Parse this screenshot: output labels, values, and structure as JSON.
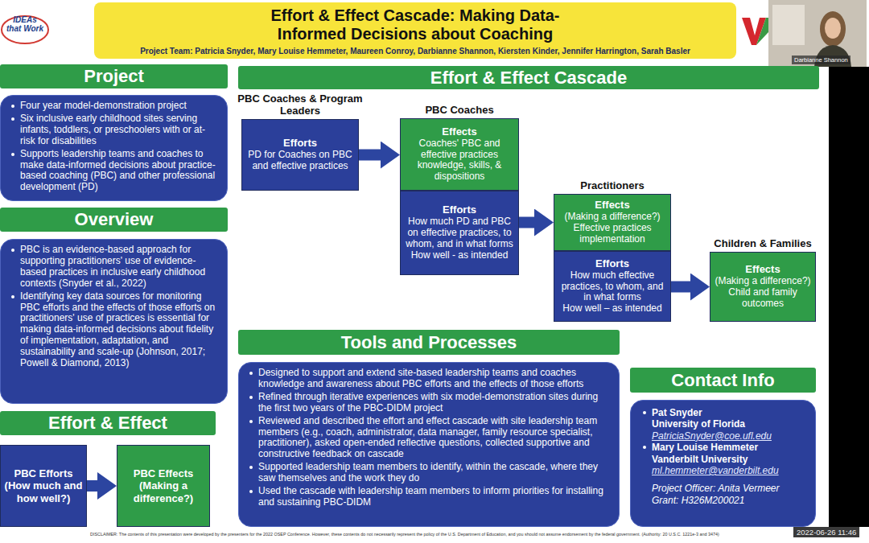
{
  "diagram": {
    "nodes": [
      {
        "text": [
          "Effort & Effect Cascade: Making Data-Informed Decisions about Coaching",
          "Project Team: Patricia Snyder, Mary Louise Hemmeter, Maureen Conroy, Darbianne Shannon, Kiersten Kinder, Jennifer Harrington, Sarah Basler"
        ]
      },
      {
        "text": [
          "Project"
        ]
      },
      {
        "text": [
          "Four year model-demonstration project",
          "Six inclusive early childhood sites serving infants, toddlers, or preschoolers with or at-risk for disabilities",
          "Supports leadership teams and coaches to make data-informed decisions about practice-based coaching (PBC) and other professional development (PD)"
        ]
      },
      {
        "text": [
          "Overview"
        ]
      },
      {
        "text": [
          "PBC is an evidence-based approach for supporting practitioners' use of evidence-based practices in inclusive early childhood contexts (Snyder et al., 2022)",
          "Identifying key data sources for monitoring PBC efforts and the effects of those efforts on practitioners' use of practices is essential for making data-informed decisions about fidelity of implementation, adaptation, and sustainability and scale-up (Johnson, 2017; Powell & Diamond, 2013)"
        ]
      },
      {
        "text": [
          "Effort & Effect"
        ]
      },
      {
        "text": [
          "PBC Efforts (How much and how well?)"
        ]
      },
      {
        "text": [
          "PBC Effects (Making a difference?)"
        ]
      },
      {
        "text": [
          "Effort & Effect Cascade"
        ]
      },
      {
        "text": [
          "PBC Coaches & Program Leaders",
          "Efforts",
          "PD for Coaches on PBC and effective practices"
        ]
      },
      {
        "text": [
          "PBC Coaches",
          "Effects",
          "Coaches' PBC and effective practices knowledge, skills, & dispositions"
        ]
      },
      {
        "text": [
          "Efforts",
          "How much PD and PBC on effective practices, to whom, and in what forms",
          "How well - as intended"
        ]
      },
      {
        "text": [
          "Practitioners",
          "Effects",
          "(Making a difference?)",
          "Effective practices implementation"
        ]
      },
      {
        "text": [
          "Efforts",
          "How much effective practices, to whom, and in what forms",
          "How well – as intended"
        ]
      },
      {
        "text": [
          "Children & Families",
          "Effects",
          "(Making a difference?)",
          "Child and family outcomes"
        ]
      },
      {
        "text": [
          "Tools and Processes"
        ]
      },
      {
        "text": [
          "Designed to support and extend site-based leadership teams and coaches knowledge and awareness about PBC efforts and the effects of those efforts",
          "Refined through iterative experiences with six model-demonstration sites during the first two years of the PBC-DIDM project",
          "Reviewed and described the effort and effect cascade with site leadership team members (e.g., coach, administrator, data manager, family resource specialist, practitioner), asked open-ended reflective questions, collected supportive and constructive feedback on cascade",
          "Supported leadership team members to identify, within the cascade, where they saw themselves and the work they do",
          "Used the cascade with leadership team members to inform priorities for installing and sustaining PBC-DIDM"
        ]
      },
      {
        "text": [
          "Contact Info"
        ]
      },
      {
        "text": [
          "Pat Snyder",
          "University of Florida",
          "PatriciaSnyder@coe.ufl.edu",
          "Mary Louise Hemmeter",
          "Vanderbilt University",
          "ml.hemmeter@vanderbilt.edu",
          "Project Officer: Anita Vermeer",
          "Grant: H326M200021"
        ]
      }
    ],
    "edges": [
      {
        "from": 6,
        "to": 7,
        "arrow": "to"
      },
      {
        "from": 9,
        "to": 10,
        "arrow": "to"
      },
      {
        "from": 11,
        "to": 12,
        "arrow": "to"
      },
      {
        "from": 13,
        "to": 14,
        "arrow": "to"
      }
    ],
    "labels": [
      "IDEAs that Work",
      "Darbianne Shannon",
      "DISCLAIMER: The contents of this presentation were developed by the presenters for the 2022 OSEP Conference. However, these contents do not necessarily represent the policy of the U.S. Department of Education, and you should not assume endorsement by the federal government. (Authority: 20 U.S.C. 1221e-3 and 3474)",
      "2022-06-26 11:46"
    ]
  }
}
